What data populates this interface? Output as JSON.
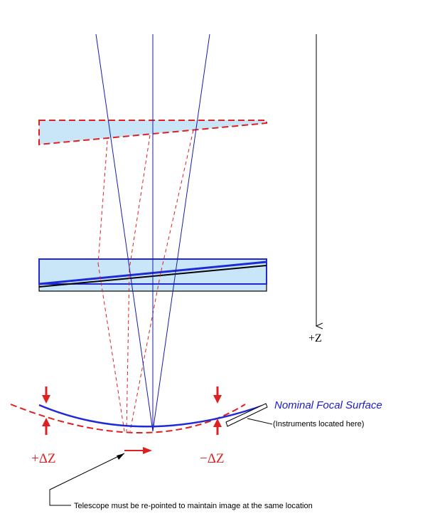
{
  "labels": {
    "plus_z": "+Z",
    "plus_dz": "+ΔZ",
    "minus_dz": "−ΔZ",
    "nominal_focal_surface": "Nominal Focal Surface",
    "instruments": "(Instruments located here)",
    "telescope_note": "Telescope must be re-pointed to maintain image at the same location"
  },
  "colors": {
    "ray_blue": "#1a1aa8",
    "focal_blue": "#1f2ad6",
    "dashed_red": "#e02020",
    "plate_fill": "#c8e6f8",
    "outline_black": "#000000",
    "title_blue": "#1a1acc"
  }
}
